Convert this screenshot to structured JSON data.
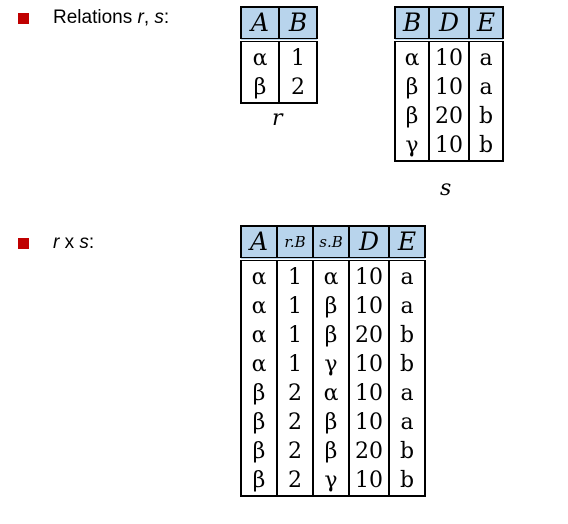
{
  "bullets": {
    "first": {
      "prefix": "Relations ",
      "r": "r",
      "sep": ", ",
      "s": "s",
      "suffix": ":"
    },
    "second": {
      "r": "r",
      "mid": " x ",
      "s": "s",
      "suffix": ":"
    }
  },
  "table_r": {
    "caption": "r",
    "headers": [
      "A",
      "B"
    ],
    "rows": [
      [
        "α",
        "1"
      ],
      [
        "β",
        "2"
      ]
    ]
  },
  "table_s": {
    "caption": "s",
    "headers": [
      "B",
      "D",
      "E"
    ],
    "rows": [
      [
        "α",
        "10",
        "a"
      ],
      [
        "β",
        "10",
        "a"
      ],
      [
        "β",
        "20",
        "b"
      ],
      [
        "γ",
        "10",
        "b"
      ]
    ]
  },
  "table_rxs": {
    "headers": [
      "A",
      "r.B",
      "s.B",
      "D",
      "E"
    ],
    "rows": [
      [
        "α",
        "1",
        "α",
        "10",
        "a"
      ],
      [
        "α",
        "1",
        "β",
        "10",
        "a"
      ],
      [
        "α",
        "1",
        "β",
        "20",
        "b"
      ],
      [
        "α",
        "1",
        "γ",
        "10",
        "b"
      ],
      [
        "β",
        "2",
        "α",
        "10",
        "a"
      ],
      [
        "β",
        "2",
        "β",
        "10",
        "a"
      ],
      [
        "β",
        "2",
        "β",
        "20",
        "b"
      ],
      [
        "β",
        "2",
        "γ",
        "10",
        "b"
      ]
    ]
  },
  "colors": {
    "bullet": "#c00000",
    "header_fill": "#b8d4ec"
  }
}
